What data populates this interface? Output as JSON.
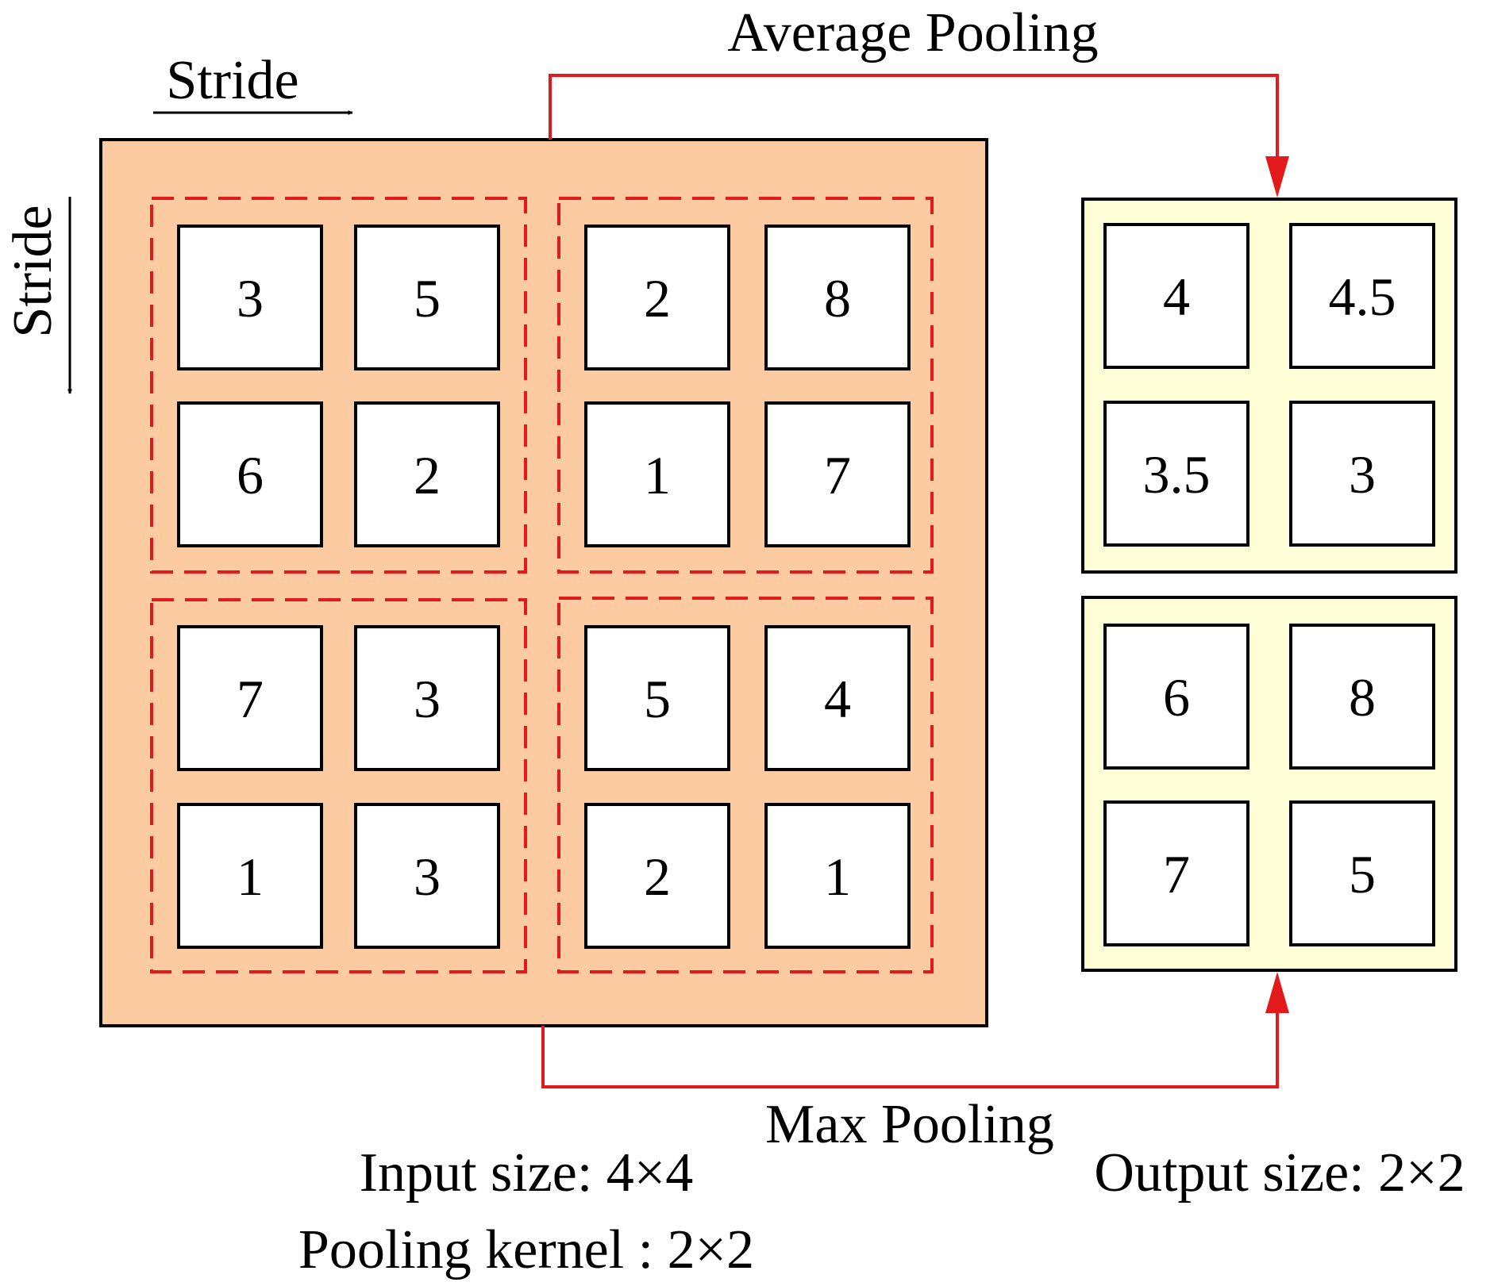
{
  "labels": {
    "average_pooling": "Average Pooling",
    "max_pooling": "Max Pooling",
    "stride_horizontal": "Stride",
    "stride_vertical": "Stride",
    "input_size": "Input size: 4×4",
    "pooling_kernel": "Pooling kernel : 2×2",
    "output_size": "Output size: 2×2"
  },
  "input_grid": [
    [
      "3",
      "5",
      "2",
      "8"
    ],
    [
      "6",
      "2",
      "1",
      "7"
    ],
    [
      "7",
      "3",
      "5",
      "4"
    ],
    [
      "1",
      "3",
      "2",
      "1"
    ]
  ],
  "average_output": [
    [
      "4",
      "4.5"
    ],
    [
      "3.5",
      "3"
    ]
  ],
  "max_output": [
    [
      "6",
      "8"
    ],
    [
      "7",
      "5"
    ]
  ],
  "colors": {
    "input_background": "#fdcba1",
    "output_background": "#fefed6",
    "connector": "#e31a1c",
    "window_dash": "#e31a1c",
    "outline": "#000000"
  }
}
